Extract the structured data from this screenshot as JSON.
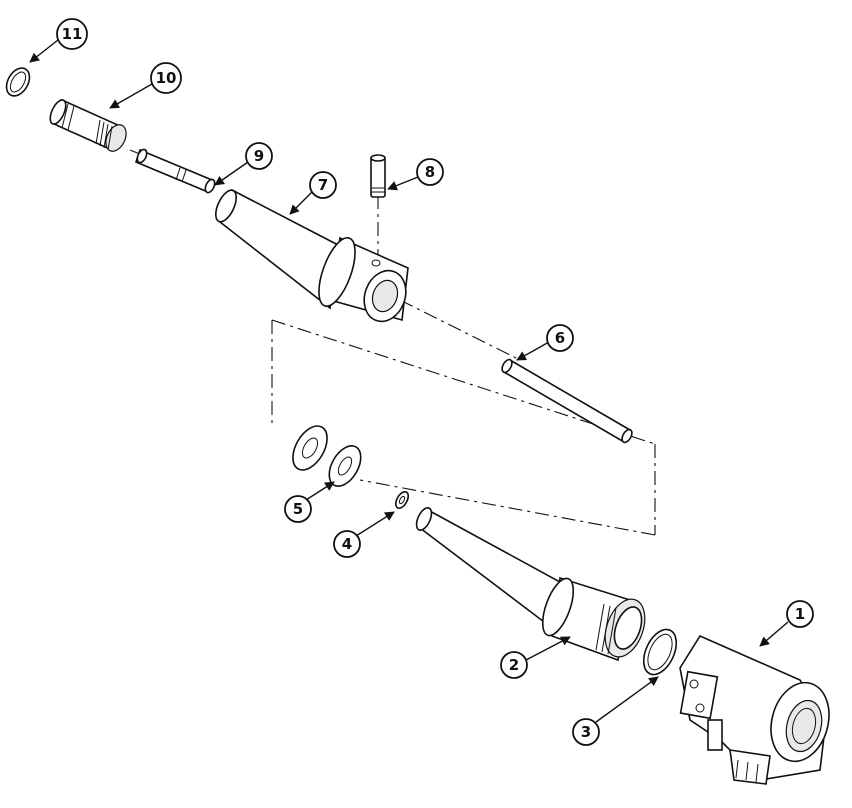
{
  "balloons": [
    {
      "id": "balloon-1",
      "label": "1"
    },
    {
      "id": "balloon-2",
      "label": "2"
    },
    {
      "id": "balloon-3",
      "label": "3"
    },
    {
      "id": "balloon-4",
      "label": "4"
    },
    {
      "id": "balloon-5",
      "label": "5"
    },
    {
      "id": "balloon-6",
      "label": "6"
    },
    {
      "id": "balloon-7",
      "label": "7"
    },
    {
      "id": "balloon-8",
      "label": "8"
    },
    {
      "id": "balloon-9",
      "label": "9"
    },
    {
      "id": "balloon-10",
      "label": "10"
    },
    {
      "id": "balloon-11",
      "label": "11"
    }
  ]
}
